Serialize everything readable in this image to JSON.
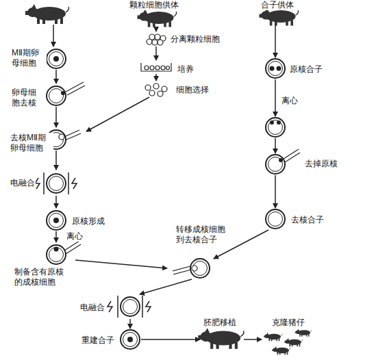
{
  "diagram": {
    "labels": [
      "颗粒细胞供体",
      "合子供体",
      "MⅡ期卵母细胞",
      "分离颗粒细胞",
      "培养",
      "卵母细胞去核",
      "细胞选择",
      "去核MⅡ期卵母细胞",
      "电融合",
      "原核形成",
      "离心",
      "制备含有原核的成核细胞",
      "原核合子",
      "离心",
      "去掉原核",
      "去核合子",
      "转移成核细胞到去核合子",
      "电融合",
      "重建合子",
      "胚肥移植",
      "克隆猪仔"
    ]
  }
}
